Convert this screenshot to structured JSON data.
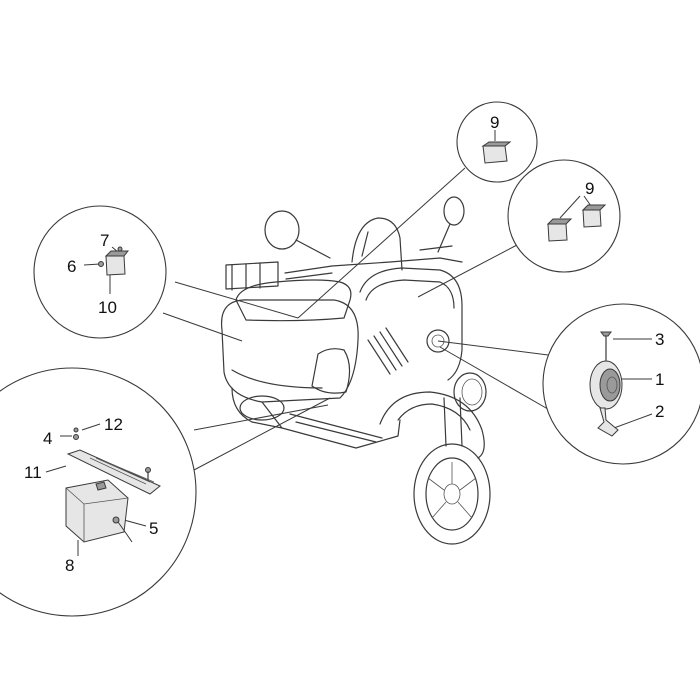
{
  "callouts": {
    "c1": "1",
    "c2": "2",
    "c3": "3",
    "c4": "4",
    "c5": "5",
    "c6": "6",
    "c7": "7",
    "c8": "8",
    "c9_top": "9",
    "c9_right": "9",
    "c10": "10",
    "c11": "11",
    "c12": "12"
  }
}
